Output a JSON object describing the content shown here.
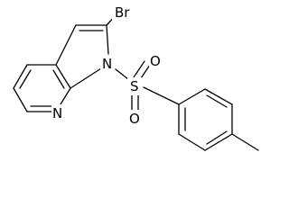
{
  "structure": {
    "atoms": {
      "bromine": "Br",
      "pyrrole_nitrogen": "N",
      "sulfur": "S",
      "oxygen_upper": "O",
      "oxygen_lower": "O",
      "pyridine_nitrogen": "N"
    }
  },
  "colors": {
    "bond": "#000000",
    "text": "#000000",
    "background": "#ffffff"
  }
}
